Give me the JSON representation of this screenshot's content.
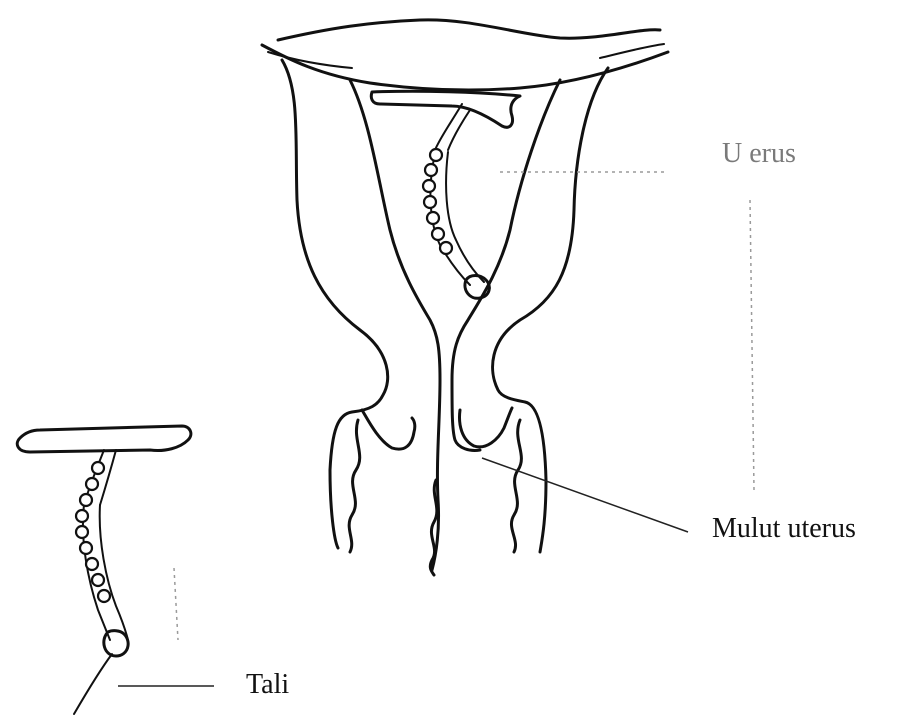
{
  "labels": {
    "uterus": "U erus",
    "cervix": "Mulut uterus",
    "string": "Tali"
  }
}
